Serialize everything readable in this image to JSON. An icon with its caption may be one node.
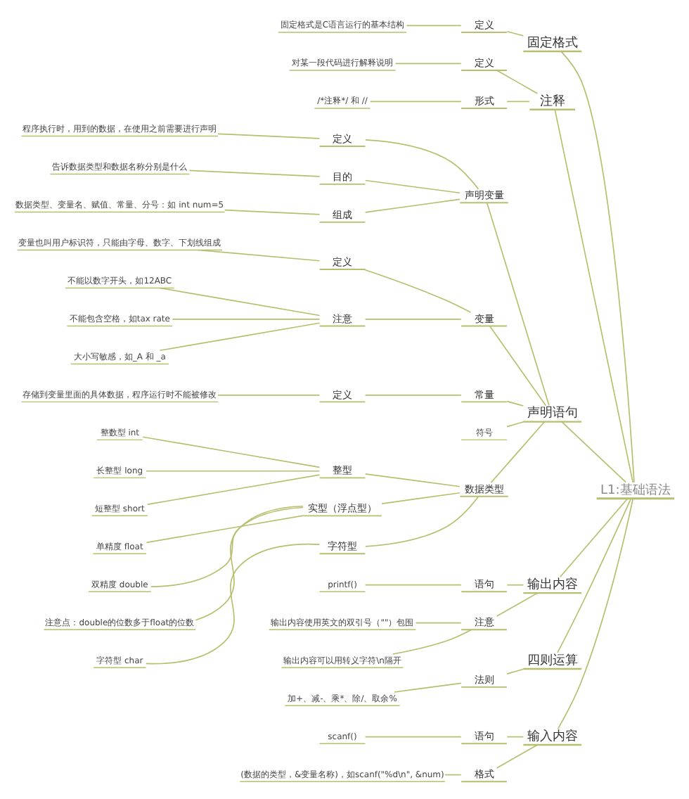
{
  "diagram": {
    "nodes": [
      {
        "text": [
          "L1:基础语法"
        ]
      },
      {
        "text": [
          "固定格式"
        ]
      },
      {
        "text": [
          "定义"
        ]
      },
      {
        "text": [
          "固定格式是C语言运行的基本结构"
        ]
      },
      {
        "text": [
          "注释"
        ]
      },
      {
        "text": [
          "定义"
        ]
      },
      {
        "text": [
          "对某一段代码进行解释说明"
        ]
      },
      {
        "text": [
          "形式"
        ]
      },
      {
        "text": [
          "/*注释*/ 和 //"
        ]
      },
      {
        "text": [
          "声明语句"
        ]
      },
      {
        "text": [
          "声明变量"
        ]
      },
      {
        "text": [
          "定义"
        ]
      },
      {
        "text": [
          "程序执行时，用到的数据，在使用之前需要进行声明"
        ]
      },
      {
        "text": [
          "目的"
        ]
      },
      {
        "text": [
          "告诉数据类型和数据名称分别是什么"
        ]
      },
      {
        "text": [
          "组成"
        ]
      },
      {
        "text": [
          "数据类型、变量名、赋值、常量、分号：如 int num=5"
        ]
      },
      {
        "text": [
          "变量"
        ]
      },
      {
        "text": [
          "定义"
        ]
      },
      {
        "text": [
          "变量也叫用户标识符，只能由字母、数字、下划线组成"
        ]
      },
      {
        "text": [
          "注意"
        ]
      },
      {
        "text": [
          "不能以数字开头，如12ABC"
        ]
      },
      {
        "text": [
          "不能包含空格，如tax rate"
        ]
      },
      {
        "text": [
          "大小写敏感，如_A 和 _a"
        ]
      },
      {
        "text": [
          "常量"
        ]
      },
      {
        "text": [
          "定义"
        ]
      },
      {
        "text": [
          "存储到变量里面的具体数据，程序运行时不能被修改"
        ]
      },
      {
        "text": [
          "符号"
        ]
      },
      {
        "text": [
          "数据类型"
        ]
      },
      {
        "text": [
          "整型"
        ]
      },
      {
        "text": [
          "整数型 int"
        ]
      },
      {
        "text": [
          "长整型 long"
        ]
      },
      {
        "text": [
          "短整型 short"
        ]
      },
      {
        "text": [
          "实型（浮点型）"
        ]
      },
      {
        "text": [
          "单精度 float"
        ]
      },
      {
        "text": [
          "双精度 double"
        ]
      },
      {
        "text": [
          "注意点：double的位数多于float的位数"
        ]
      },
      {
        "text": [
          "字符型"
        ]
      },
      {
        "text": [
          "字符型 char"
        ]
      },
      {
        "text": [
          "输出内容"
        ]
      },
      {
        "text": [
          "语句"
        ]
      },
      {
        "text": [
          "printf()"
        ]
      },
      {
        "text": [
          "注意"
        ]
      },
      {
        "text": [
          "输出内容使用英文的双引号（\"\"）包围"
        ]
      },
      {
        "text": [
          "输出内容可以用转义字符\\n隔开"
        ]
      },
      {
        "text": [
          "四则运算"
        ]
      },
      {
        "text": [
          "法则"
        ]
      },
      {
        "text": [
          "加+、减-、乘*、除/、取余%"
        ]
      },
      {
        "text": [
          "输入内容"
        ]
      },
      {
        "text": [
          "语句"
        ]
      },
      {
        "text": [
          "scanf()"
        ]
      },
      {
        "text": [
          "格式"
        ]
      },
      {
        "text": [
          "(数据的类型，&变量名称)，如scanf(\"%d\\n\", &num)"
        ]
      }
    ],
    "edges": [
      {
        "from": 0,
        "to": 1,
        "arrow": "none"
      },
      {
        "from": 1,
        "to": 2,
        "arrow": "none"
      },
      {
        "from": 2,
        "to": 3,
        "arrow": "none"
      },
      {
        "from": 0,
        "to": 4,
        "arrow": "none"
      },
      {
        "from": 4,
        "to": 5,
        "arrow": "none"
      },
      {
        "from": 5,
        "to": 6,
        "arrow": "none"
      },
      {
        "from": 4,
        "to": 7,
        "arrow": "none"
      },
      {
        "from": 7,
        "to": 8,
        "arrow": "none"
      },
      {
        "from": 0,
        "to": 9,
        "arrow": "none"
      },
      {
        "from": 9,
        "to": 10,
        "arrow": "none"
      },
      {
        "from": 10,
        "to": 11,
        "arrow": "none"
      },
      {
        "from": 11,
        "to": 12,
        "arrow": "none"
      },
      {
        "from": 10,
        "to": 13,
        "arrow": "none"
      },
      {
        "from": 13,
        "to": 14,
        "arrow": "none"
      },
      {
        "from": 10,
        "to": 15,
        "arrow": "none"
      },
      {
        "from": 15,
        "to": 16,
        "arrow": "none"
      },
      {
        "from": 9,
        "to": 17,
        "arrow": "none"
      },
      {
        "from": 17,
        "to": 18,
        "arrow": "none"
      },
      {
        "from": 18,
        "to": 19,
        "arrow": "none"
      },
      {
        "from": 17,
        "to": 20,
        "arrow": "none"
      },
      {
        "from": 20,
        "to": 21,
        "arrow": "none"
      },
      {
        "from": 20,
        "to": 22,
        "arrow": "none"
      },
      {
        "from": 20,
        "to": 23,
        "arrow": "none"
      },
      {
        "from": 9,
        "to": 24,
        "arrow": "none"
      },
      {
        "from": 24,
        "to": 25,
        "arrow": "none"
      },
      {
        "from": 25,
        "to": 26,
        "arrow": "none"
      },
      {
        "from": 9,
        "to": 27,
        "arrow": "none"
      },
      {
        "from": 9,
        "to": 28,
        "arrow": "none"
      },
      {
        "from": 28,
        "to": 29,
        "arrow": "none"
      },
      {
        "from": 29,
        "to": 30,
        "arrow": "none"
      },
      {
        "from": 29,
        "to": 31,
        "arrow": "none"
      },
      {
        "from": 29,
        "to": 32,
        "arrow": "none"
      },
      {
        "from": 28,
        "to": 33,
        "arrow": "none"
      },
      {
        "from": 33,
        "to": 34,
        "arrow": "none"
      },
      {
        "from": 33,
        "to": 35,
        "arrow": "none"
      },
      {
        "from": 33,
        "to": 36,
        "arrow": "none"
      },
      {
        "from": 28,
        "to": 37,
        "arrow": "none"
      },
      {
        "from": 37,
        "to": 38,
        "arrow": "none"
      },
      {
        "from": 0,
        "to": 39,
        "arrow": "none"
      },
      {
        "from": 39,
        "to": 40,
        "arrow": "none"
      },
      {
        "from": 40,
        "to": 41,
        "arrow": "none"
      },
      {
        "from": 39,
        "to": 42,
        "arrow": "none"
      },
      {
        "from": 42,
        "to": 43,
        "arrow": "none"
      },
      {
        "from": 42,
        "to": 44,
        "arrow": "none"
      },
      {
        "from": 0,
        "to": 45,
        "arrow": "none"
      },
      {
        "from": 45,
        "to": 46,
        "arrow": "none"
      },
      {
        "from": 46,
        "to": 47,
        "arrow": "none"
      },
      {
        "from": 0,
        "to": 48,
        "arrow": "none"
      },
      {
        "from": 48,
        "to": 49,
        "arrow": "none"
      },
      {
        "from": 49,
        "to": 50,
        "arrow": "none"
      },
      {
        "from": 48,
        "to": 51,
        "arrow": "none"
      },
      {
        "from": 51,
        "to": 52,
        "arrow": "none"
      }
    ]
  }
}
